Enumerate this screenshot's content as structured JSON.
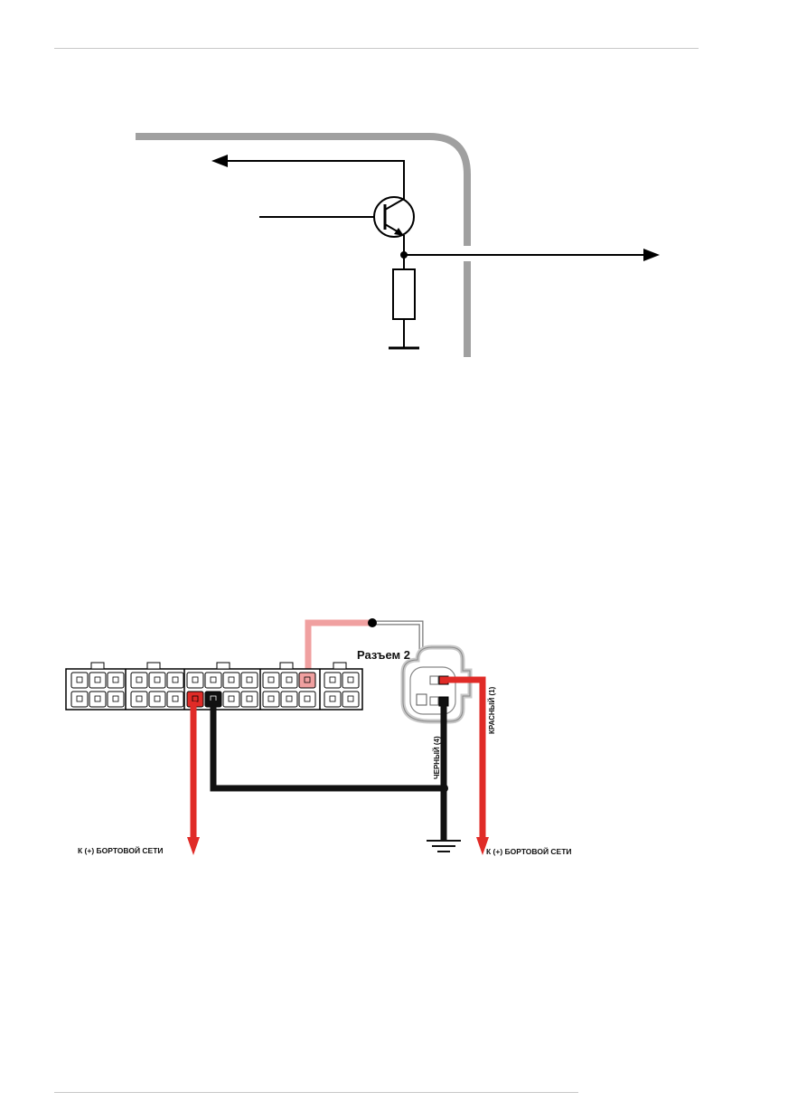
{
  "connector2": {
    "title": "Разъем 2"
  },
  "wires": {
    "black_label": "ЧЕРНЫЙ (4)",
    "red_label": "КРАСНЫЙ (1)"
  },
  "destinations": {
    "left_power": "К (+) БОРТОВОЙ СЕТИ",
    "right_power": "К (+) БОРТОВОЙ СЕТИ"
  },
  "colors": {
    "red_wire": "#e02b27",
    "pink_wire": "#f0a0a0",
    "black_wire": "#111111",
    "housing_gray": "#a0a0a0"
  }
}
